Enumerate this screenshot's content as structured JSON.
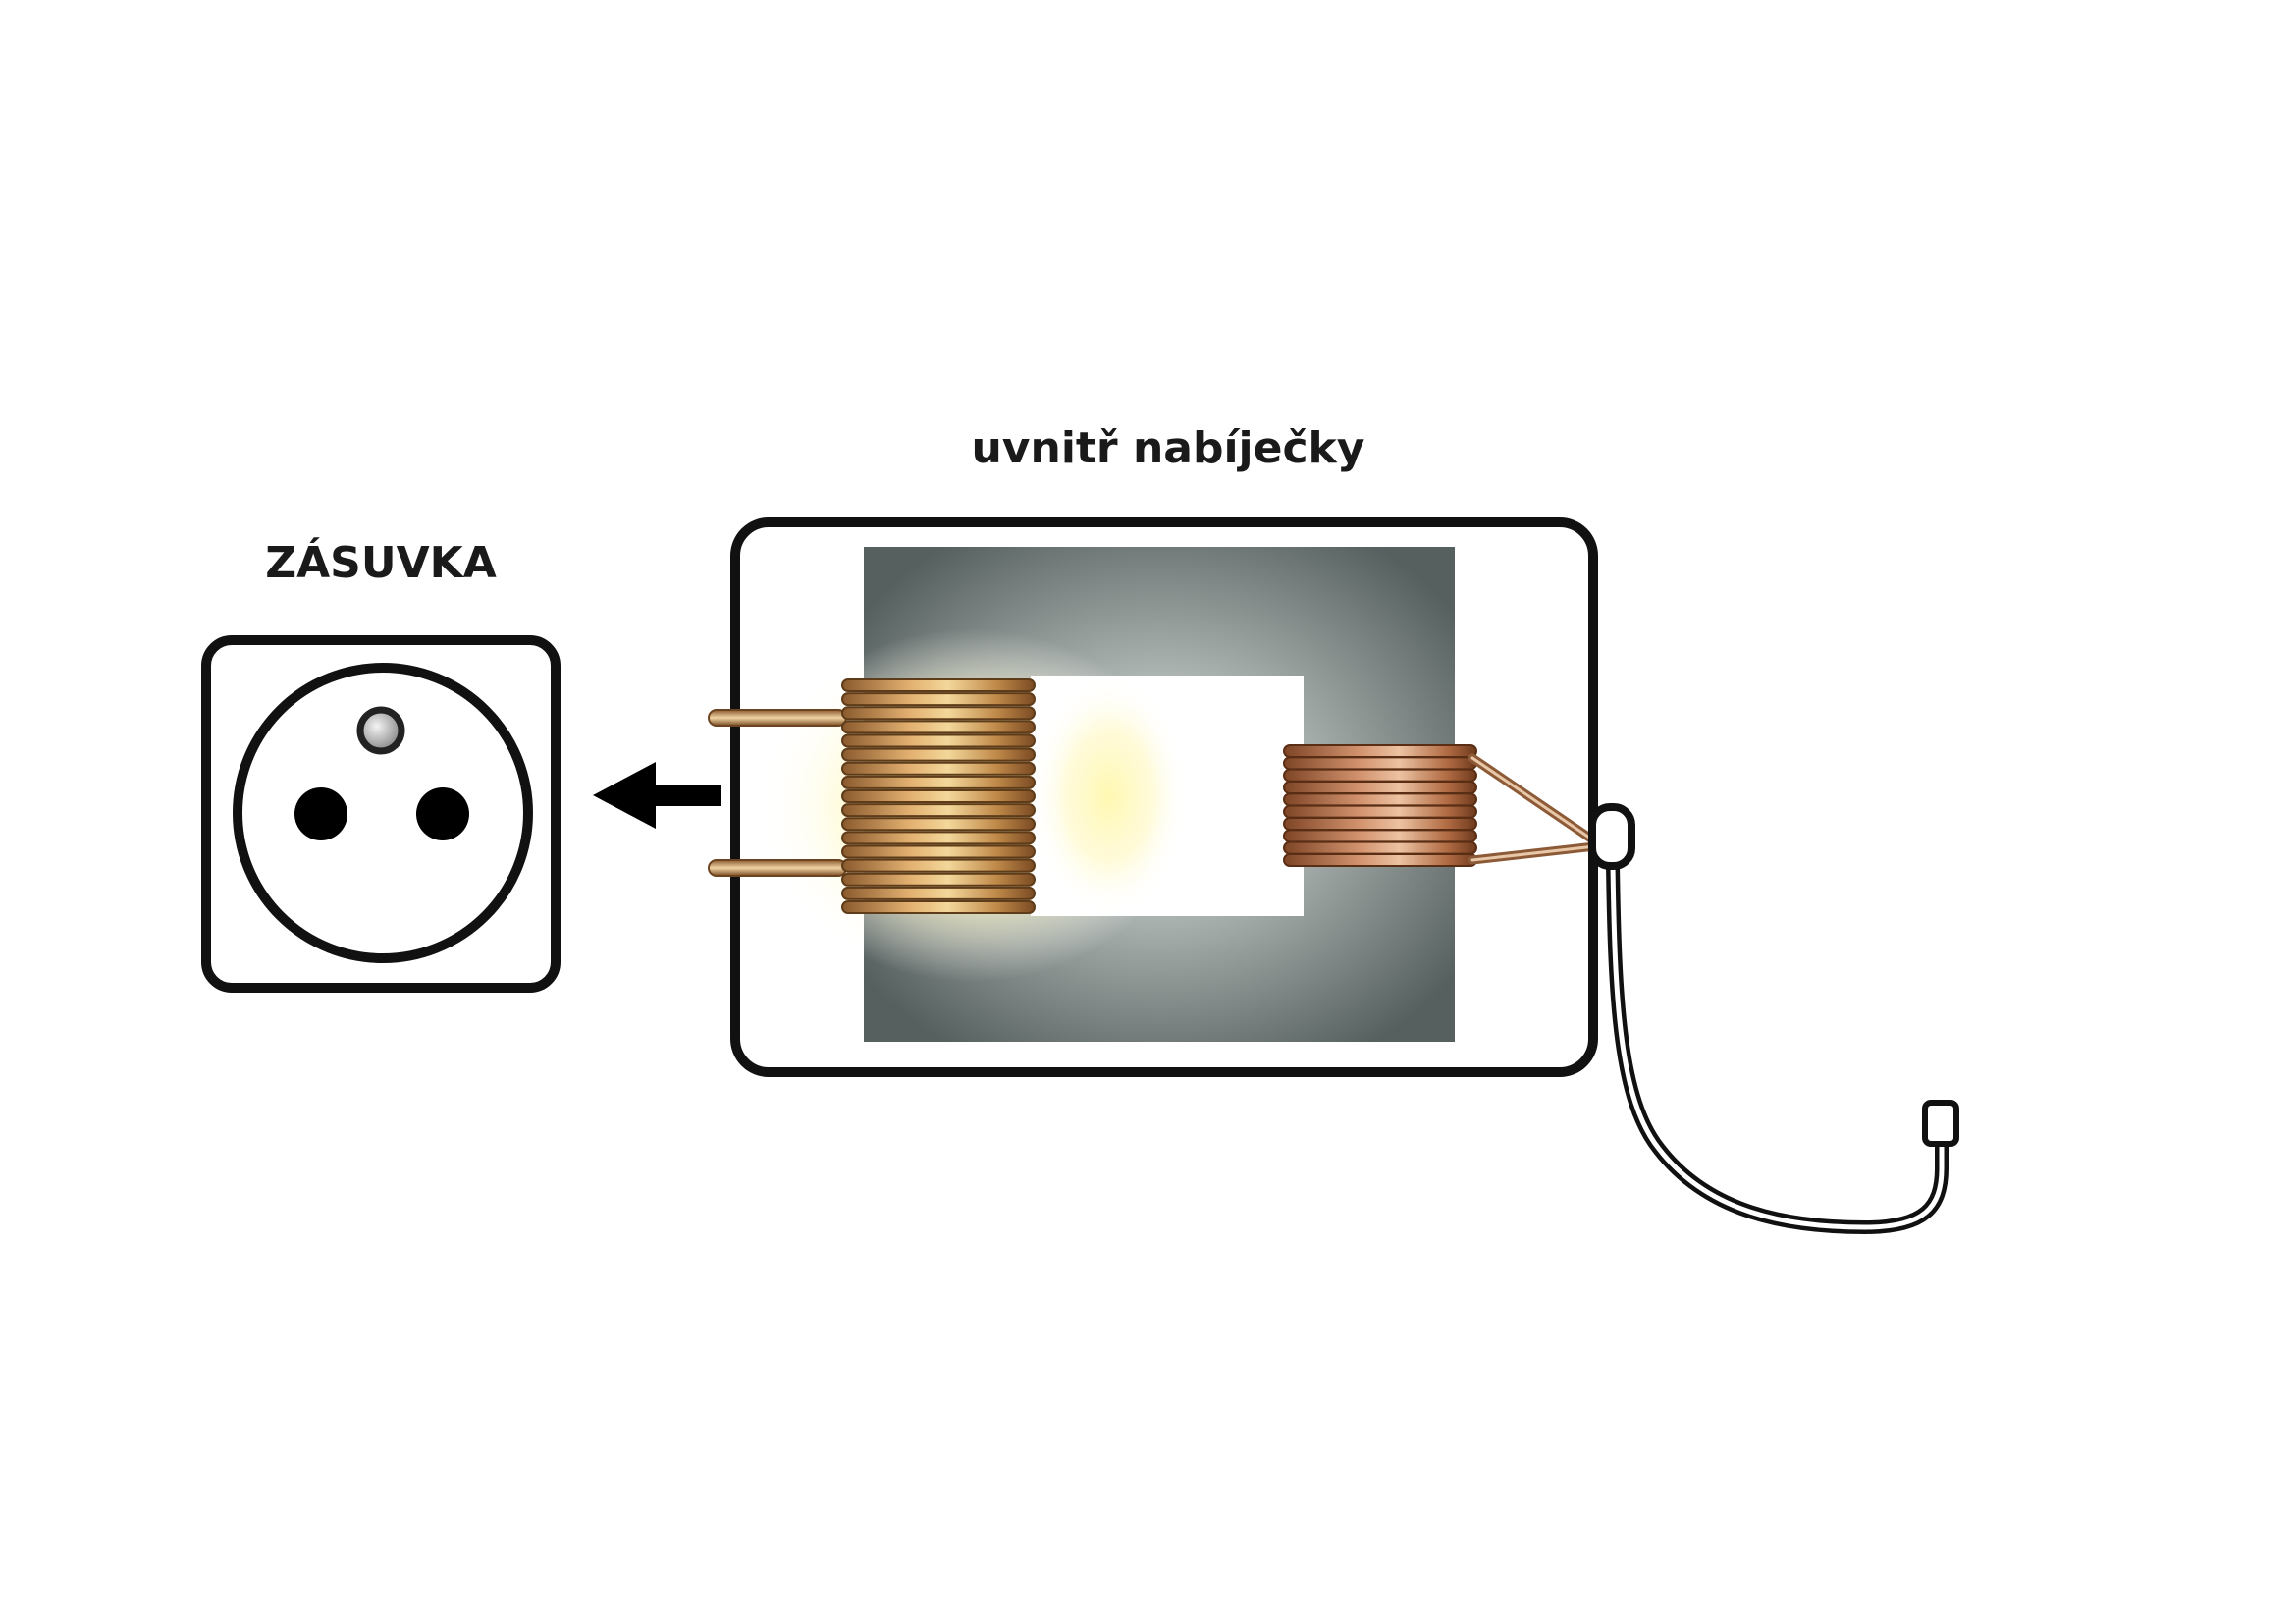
{
  "labels": {
    "socket": "ZÁSUVKA",
    "charger_inside": "uvnitř nabíječky"
  },
  "colors": {
    "outline": "#111111",
    "core_dark": "#56605f",
    "core_light": "#c9cfcc",
    "copper_primary": "#b9864a",
    "copper_secondary": "#b07450",
    "glow": "#fff3a0",
    "background": "#ffffff"
  },
  "coils": {
    "primary_turns": 17,
    "secondary_turns": 10
  }
}
